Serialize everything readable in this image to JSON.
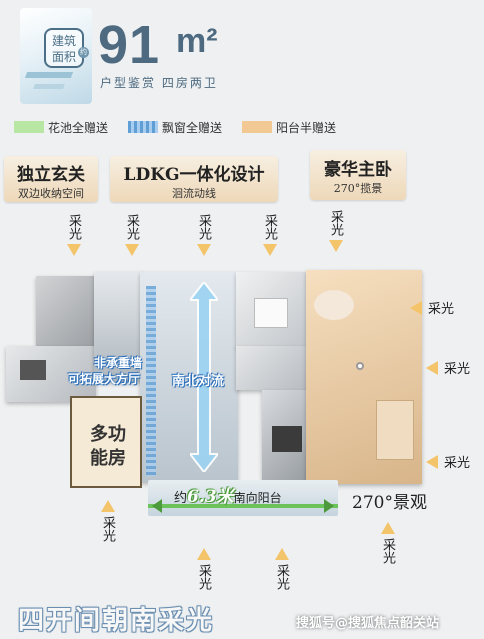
{
  "header": {
    "badge_line1": "建筑",
    "badge_line2": "面积",
    "badge_dot": "约",
    "area_value": "91",
    "area_unit": "m²",
    "subtitle": "户型鉴赏 四房两卫"
  },
  "legend": [
    {
      "label": "花池全赠送",
      "color": "#b7e7a3"
    },
    {
      "label": "飘窗全赠送",
      "color": "#5f9fd6"
    },
    {
      "label": "阳台半赠送",
      "color": "#f2c992"
    }
  ],
  "features": {
    "entrance": {
      "title": "独立玄关",
      "desc": "双边收纳空间"
    },
    "ldkg": {
      "title": "LDKG一体化设计",
      "desc": "洄流动线"
    },
    "master": {
      "title": "豪华主卧",
      "desc": "270°揽景"
    }
  },
  "plan": {
    "light_label": "采光",
    "wall_line1": "非承重墙",
    "wall_line2": "可拓展大方厅",
    "ns_flow": "南北对流",
    "multi_room_line1": "多功",
    "multi_room_line2": "能房",
    "balcony_prefix": "约",
    "balcony_value": "6.3米",
    "balcony_suffix": "南向阳台",
    "view_label": "270°景观"
  },
  "footer": {
    "tagline": "四开间朝南采光",
    "watermark": "搜狐号@搜狐焦点韶关站"
  },
  "colors": {
    "accent": "#4d6a80",
    "sun_arrow": "#f3c46a",
    "balcony_bar": "#6cc35a",
    "flow_arrow": "#9bd3f2"
  }
}
